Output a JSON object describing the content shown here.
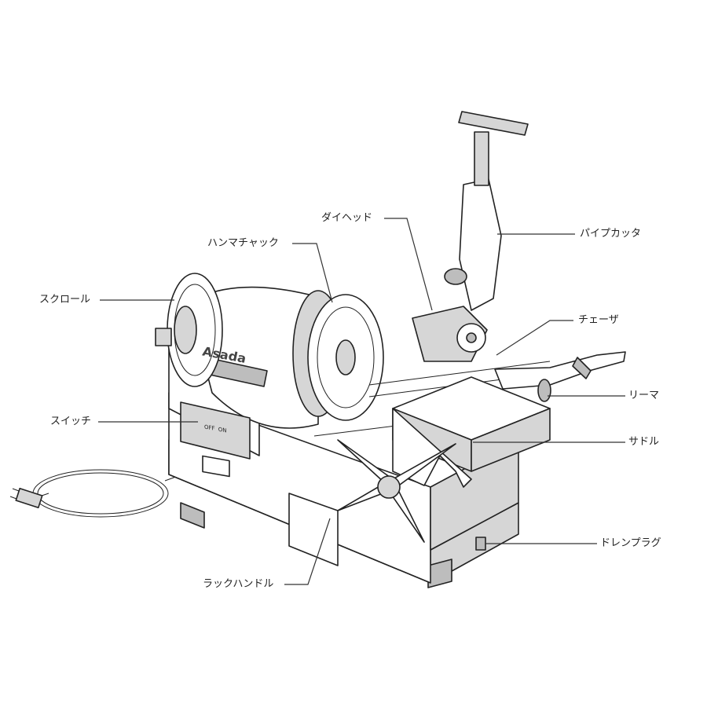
{
  "brand": "Asada",
  "switch_text": [
    "OFF",
    "ON"
  ],
  "labels": {
    "die_head": "ダイヘッド",
    "hammer_chuck": "ハンマチャック",
    "scroll": "スクロール",
    "pipe_cutter": "パイプカッタ",
    "chaser": "チェーザ",
    "reamer": "リーマ",
    "switch": "スイッチ",
    "saddle": "サドル",
    "drain_plug": "ドレンプラグ",
    "rack_handle": "ラックハンドル"
  }
}
